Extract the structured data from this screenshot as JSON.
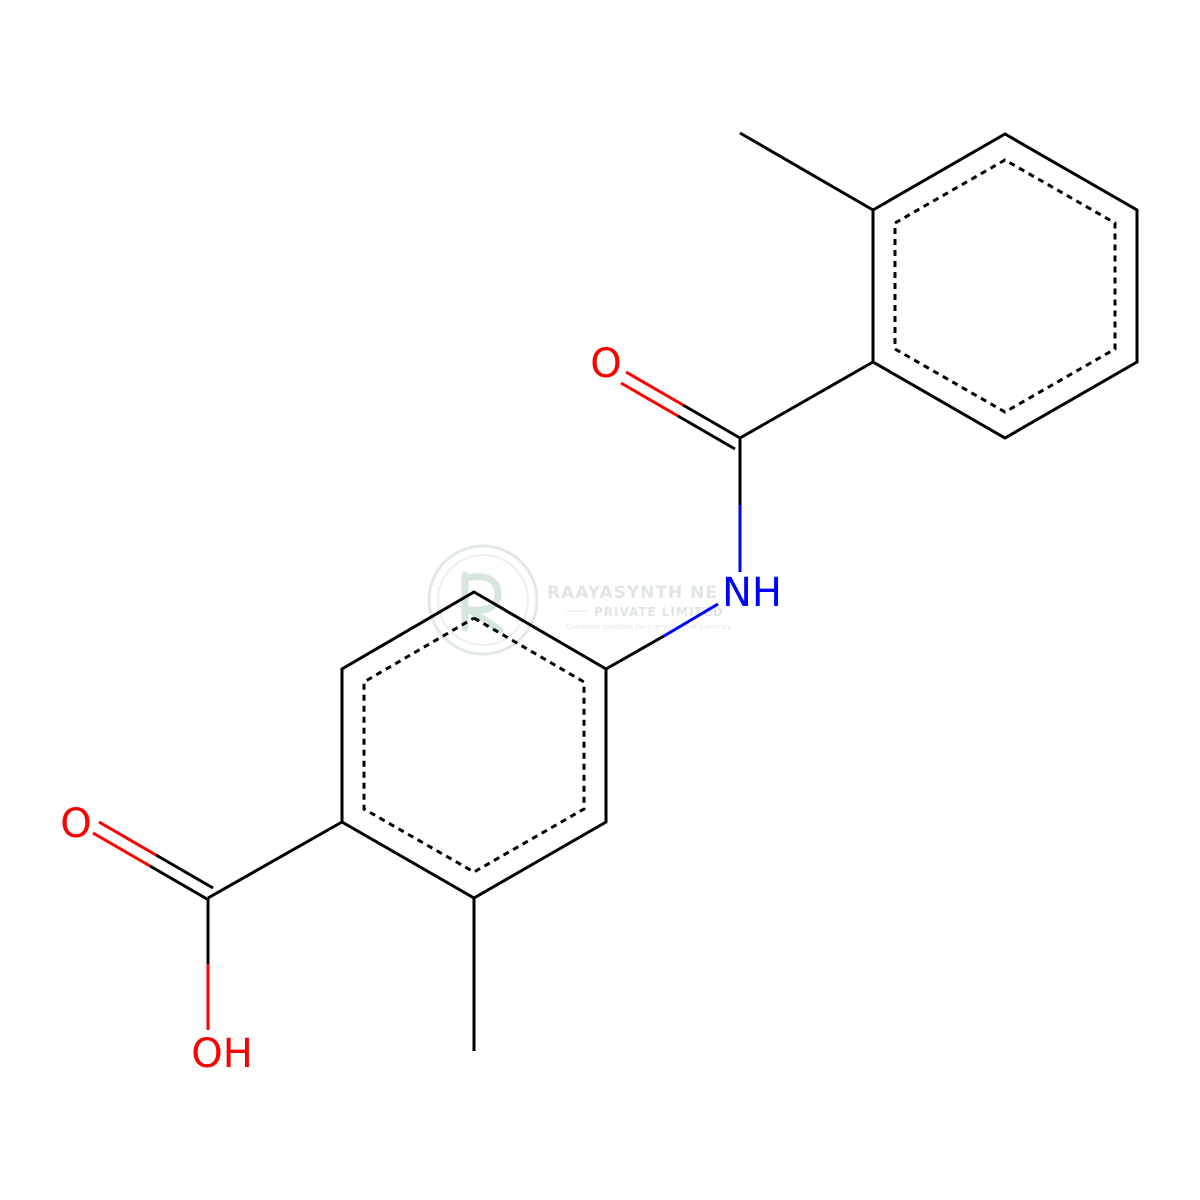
{
  "watermark": {
    "title": "RAAYASYNTH NE",
    "subtitle": "PRIVATE LIMITED",
    "tagline": "Complete solutions for every chemist's journey"
  },
  "atoms": {
    "amide_oxygen": "O",
    "amide_nitrogen": "NH",
    "acid_carbonyl_oxygen": "O",
    "acid_hydroxyl": "OH"
  },
  "colors": {
    "bond": "#000000",
    "oxygen": "#ff0000",
    "nitrogen": "#0000ff",
    "watermark": "#c8d2cf"
  }
}
